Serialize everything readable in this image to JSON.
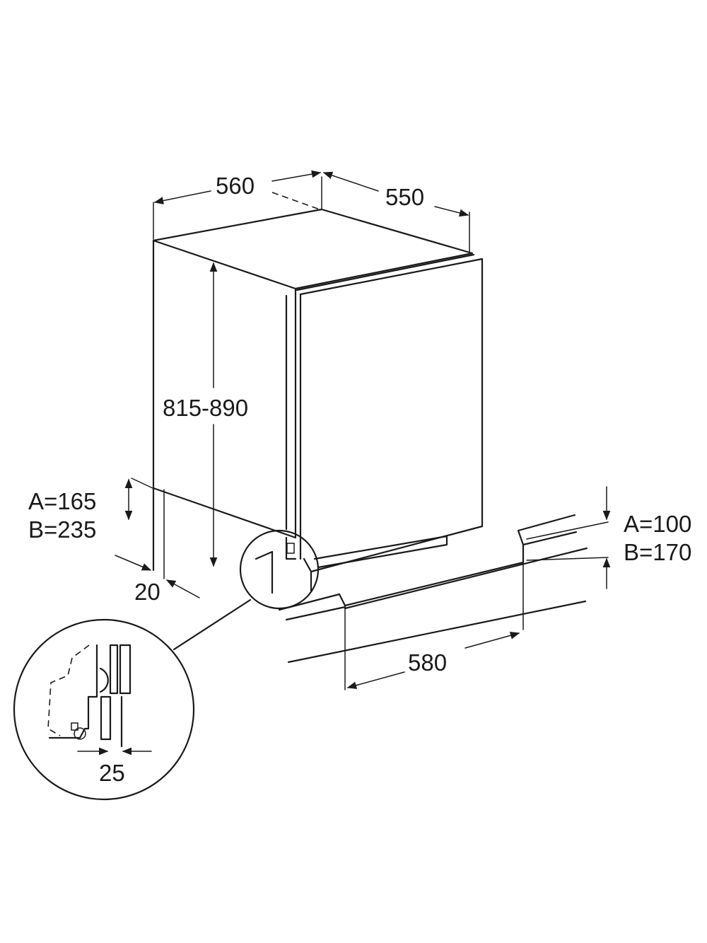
{
  "dimensions": {
    "width": "560",
    "depth": "550",
    "height": "815-890",
    "plinth_left_a": "A=165",
    "plinth_left_b": "B=235",
    "side_gap": "20",
    "plinth_right_a": "A=100",
    "plinth_right_b": "B=170",
    "plinth_depth": "580",
    "detail_gap": "25"
  },
  "colors": {
    "line": "#1a1a1a",
    "background": "#ffffff"
  }
}
